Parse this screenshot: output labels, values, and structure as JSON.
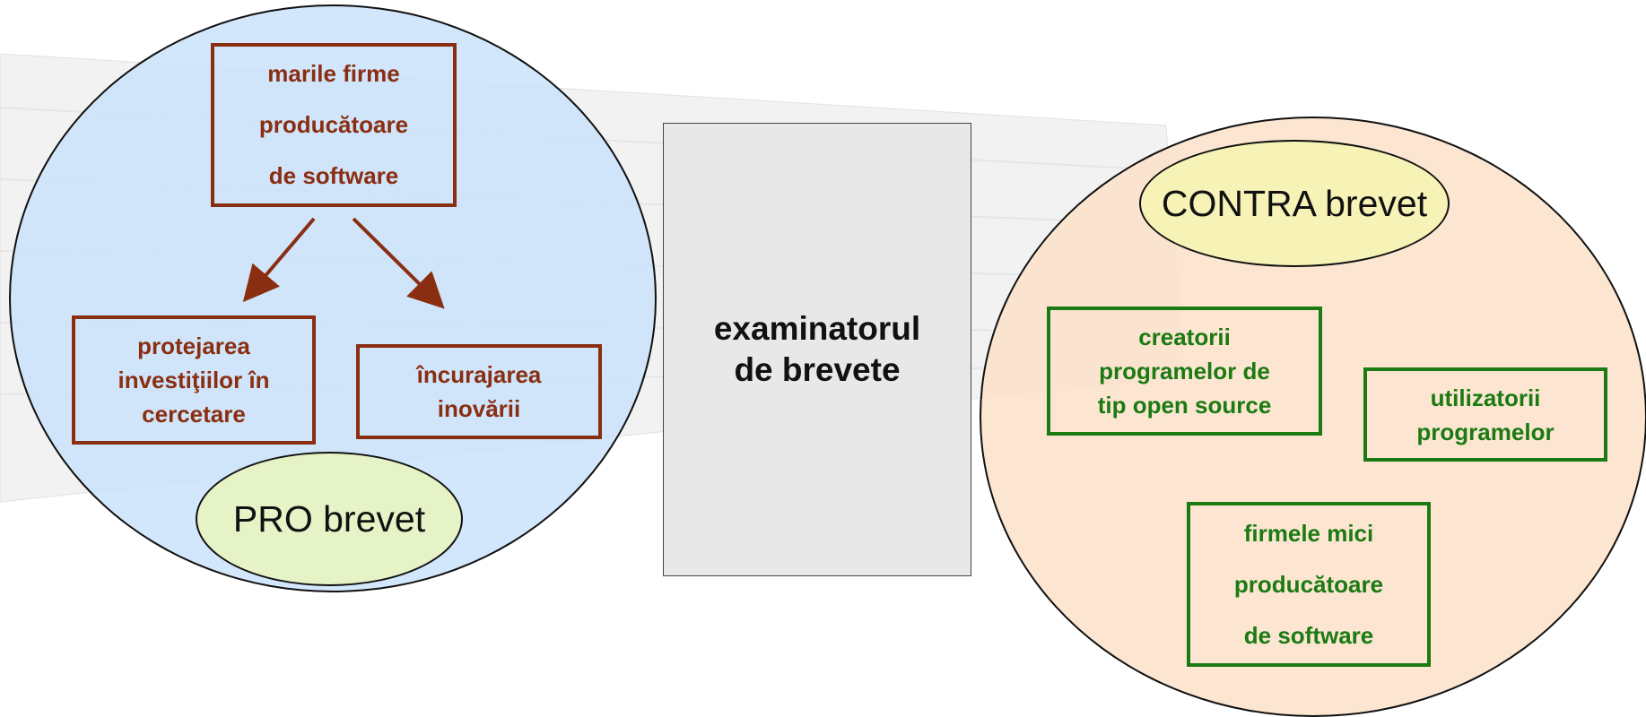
{
  "colors": {
    "pro_fill": "#c8e2fa",
    "contra_fill": "#fce2ca",
    "pro_text": "#8a2e12",
    "contra_text": "#1b7a12",
    "pro_label_fill": "#e5f3c6",
    "contra_label_fill": "#f7f3b6",
    "center_fill": "#e8e8e8"
  },
  "pro": {
    "label": "PRO brevet",
    "top_box": [
      "marile firme",
      "producătoare",
      "de software"
    ],
    "left_box": [
      "protejarea",
      "investiţiilor în",
      "cercetare"
    ],
    "right_box": [
      "încurajarea",
      "inovării"
    ]
  },
  "center": {
    "label": [
      "examinatorul",
      "de brevete"
    ]
  },
  "contra": {
    "label": "CONTRA brevet",
    "creators_box": [
      "creatorii",
      "programelor de",
      "tip open source"
    ],
    "users_box": [
      "utilizatorii",
      "programelor"
    ],
    "small_firms_box": [
      "firmele mici",
      "producătoare",
      "de software"
    ]
  }
}
